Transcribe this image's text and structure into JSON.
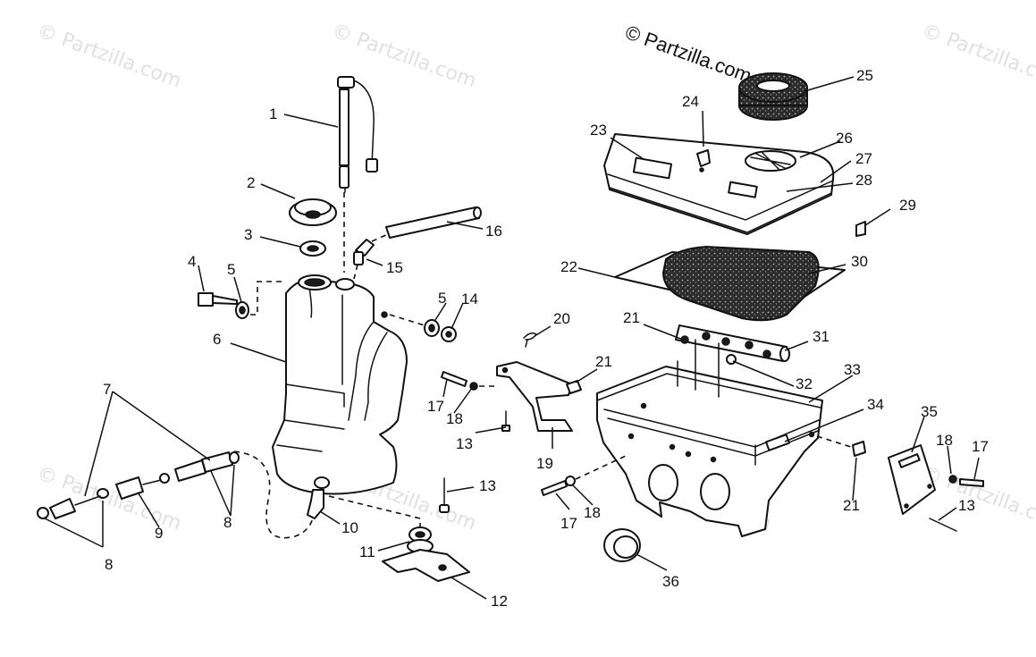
{
  "credit": "© Partzilla.com",
  "watermark": "© Partzilla.com",
  "callouts": [
    "1",
    "2",
    "3",
    "4",
    "5",
    "5",
    "6",
    "7",
    "8",
    "8",
    "9",
    "10",
    "11",
    "12",
    "13",
    "13",
    "13",
    "14",
    "15",
    "16",
    "17",
    "17",
    "17",
    "18",
    "18",
    "18",
    "19",
    "20",
    "21",
    "21",
    "21",
    "22",
    "23",
    "24",
    "25",
    "26",
    "27",
    "28",
    "29",
    "30",
    "31",
    "32",
    "33",
    "34",
    "35",
    "36"
  ]
}
